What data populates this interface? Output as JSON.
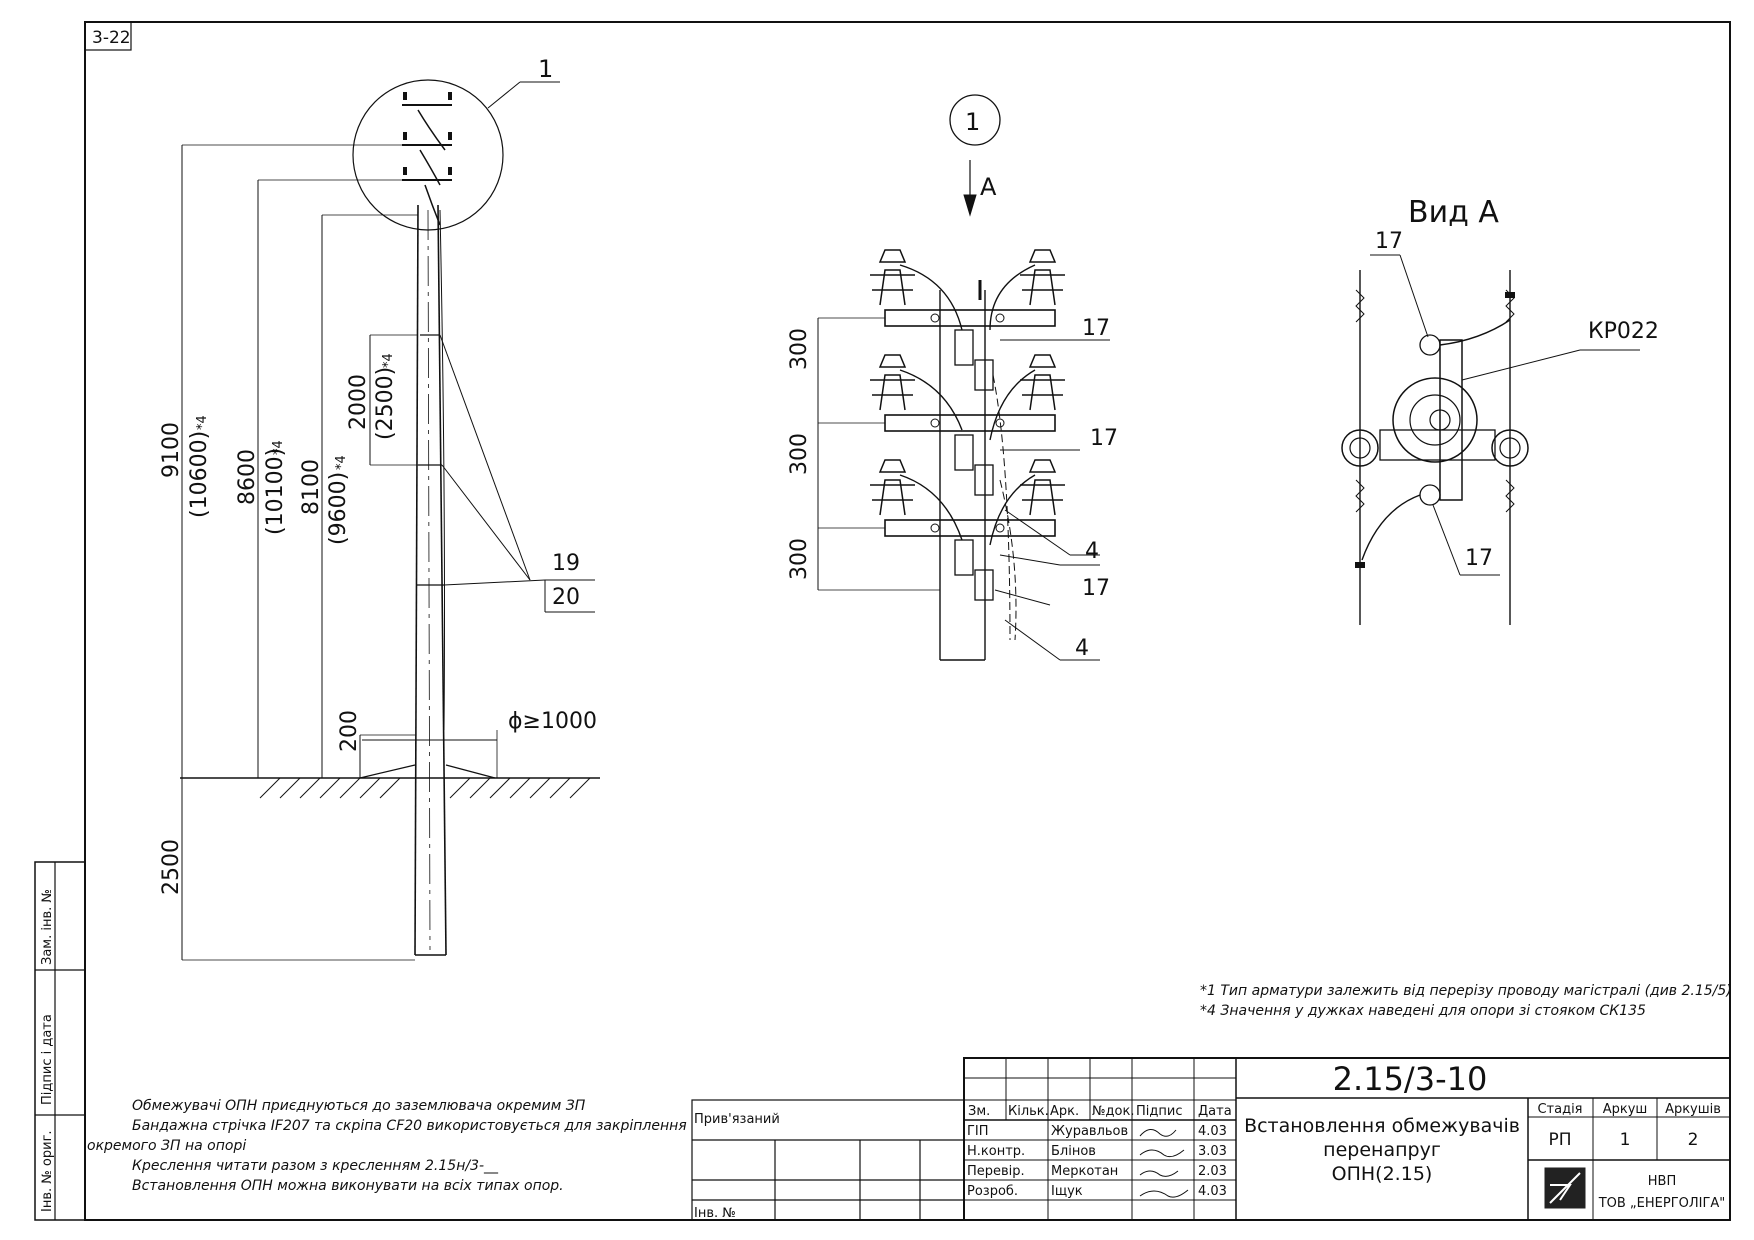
{
  "sheet_code": "3-22",
  "callout_main": "1",
  "detail_marker": "1",
  "view_arrow_label": "A",
  "view_title": "Вид А",
  "pole_dims": {
    "d9100": "9100",
    "d10600": "(10600)",
    "d8600": "8600",
    "d10100": "(10100)",
    "d8100": "8100",
    "d9600": "(9600)",
    "d2000": "2000",
    "d2500b": "(2500)",
    "d200": "200",
    "d2500": "2500",
    "phi": "ϕ≥1000",
    "note_mark": "*4"
  },
  "pole_labels": {
    "l19": "19",
    "l20": "20"
  },
  "detail_dims": {
    "d300a": "300",
    "d300b": "300",
    "d300c": "300"
  },
  "detail_labels": {
    "a17": "17",
    "b17": "17",
    "c17": "17",
    "a4": "4",
    "b4": "4"
  },
  "view_labels": {
    "v17a": "17",
    "v17b": "17",
    "kr": "КР022"
  },
  "footnotes": {
    "n1": "*1 Тип арматури залежить від перерізу проводу магістралі (див 2.15/5)",
    "n4": "*4 Значення у дужках наведені для опори зі стояком СК135"
  },
  "notes": {
    "line1": "Обмежувачі ОПН приєднуються до заземлювача окремим ЗП",
    "line2": "Бандажна стрічка IF207 та скріпа CF20 використовується для закріплення",
    "line3": "окремого ЗП на опорі",
    "line4": "Креслення читати разом з кресленням 2.15н/3-__",
    "line5": "Встановлення ОПН можна виконувати на всіх типах опор."
  },
  "side_stamp": {
    "inv_zam": "Зам. інв. №",
    "sign_date": "Підпис і дата",
    "inv_orig": "Інв. № ориг."
  },
  "bind_block": {
    "bound": "Прив'язаний",
    "inv": "Інв. №"
  },
  "title_block": {
    "code": "2.15/3-10",
    "title1": "Встановлення обмежувачів",
    "title2": "перенапруг",
    "title3": "ОПН(2.15)",
    "headers": [
      "Зм.",
      "Кільк.",
      "Арк.",
      "№док.",
      "Підпис",
      "Дата"
    ],
    "people": [
      {
        "role": "ГІП",
        "name": "Журавльов",
        "date": "4.03"
      },
      {
        "role": "Н.контр.",
        "name": "Блінов",
        "date": "3.03"
      },
      {
        "role": "Перевір.",
        "name": "Меркотан",
        "date": "2.03"
      },
      {
        "role": "Розроб.",
        "name": "Іщук",
        "date": "4.03"
      }
    ],
    "stage_label": "Стадія",
    "sheet_label": "Аркуш",
    "sheets_label": "Аркушів",
    "stage": "РП",
    "sheet": "1",
    "sheets": "2",
    "org1": "НВП",
    "org2": "ТОВ „ЕНЕРГОЛІГА\""
  }
}
